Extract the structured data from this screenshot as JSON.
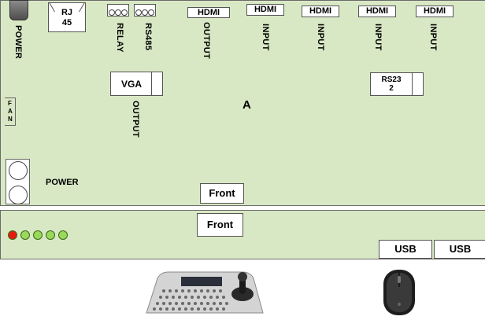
{
  "rear_panel": {
    "power_label": "POWER",
    "rj45_label": "RJ\n45",
    "relay_label": "RELAY",
    "rs485_label": "RS485",
    "hdmi_output": {
      "label": "HDMI",
      "sub": "OUTPUT"
    },
    "hdmi_inputs": [
      {
        "label": "HDMI",
        "sub": "INPUT"
      },
      {
        "label": "HDMI",
        "sub": "INPUT"
      },
      {
        "label": "HDMI",
        "sub": "INPUT"
      },
      {
        "label": "HDMI",
        "sub": "INPUT"
      }
    ],
    "vga_label": "VGA",
    "vga_sub": "OUTPUT",
    "rs232_label": "RS23\n2",
    "fan_label": "F\nA\nN",
    "center_label": "A",
    "power_button_label": "POWER",
    "front_marker": "Front"
  },
  "front_panel": {
    "front_label": "Front",
    "usb_ports": [
      "USB",
      "USB"
    ],
    "leds": [
      "#e8190f",
      "#9ad85a",
      "#9ad85a",
      "#9ad85a",
      "#9ad85a"
    ]
  },
  "peripherals": {
    "keyboard_icon": "ptz-keyboard-icon",
    "mouse_icon": "mouse-icon"
  }
}
